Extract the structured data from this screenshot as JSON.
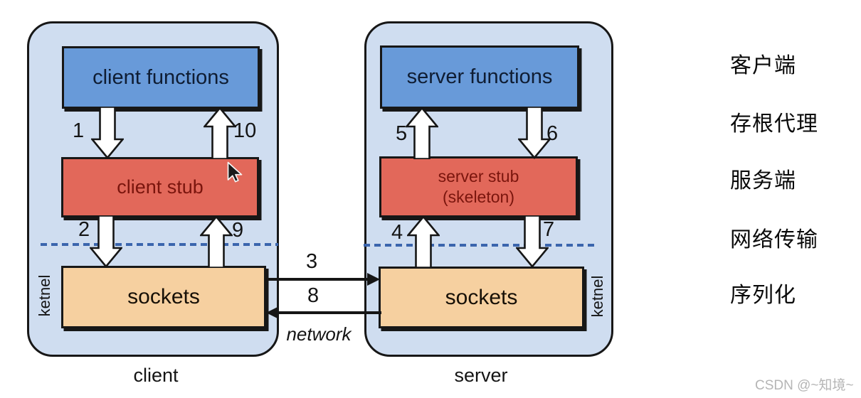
{
  "diagram": {
    "client": {
      "label": "client",
      "kernel_label": "ketnel",
      "functions_box": "client functions",
      "stub_box": "client stub",
      "sockets_box": "sockets",
      "steps": {
        "call_down": "1",
        "to_kernel": "2",
        "from_kernel": "9",
        "return_up": "10"
      }
    },
    "server": {
      "label": "server",
      "kernel_label": "ketnel",
      "functions_box": "server functions",
      "stub_box_line1": "server stub",
      "stub_box_line2": "(skeleton)",
      "sockets_box": "sockets",
      "steps": {
        "up_from_kernel": "4",
        "up_to_functions": "5",
        "down_from_functions": "6",
        "down_to_kernel": "7"
      }
    },
    "network": {
      "label": "network",
      "request_step": "3",
      "response_step": "8"
    }
  },
  "side_labels": [
    "客户端",
    "存根代理",
    "服务端",
    "网络传输",
    "序列化"
  ],
  "watermark": "CSDN @~知境~",
  "colors": {
    "container_fill": "#cfddf0",
    "functions_fill": "#689ad9",
    "functions_text": "#0f1d33",
    "stub_fill": "#e2685a",
    "stub_text": "#7a150d",
    "sockets_fill": "#f6d0a0",
    "sockets_text": "#171007",
    "line": "#171717",
    "dash": "#3b65ad",
    "ink": "#141414",
    "watermark": "#b5b5b5"
  }
}
